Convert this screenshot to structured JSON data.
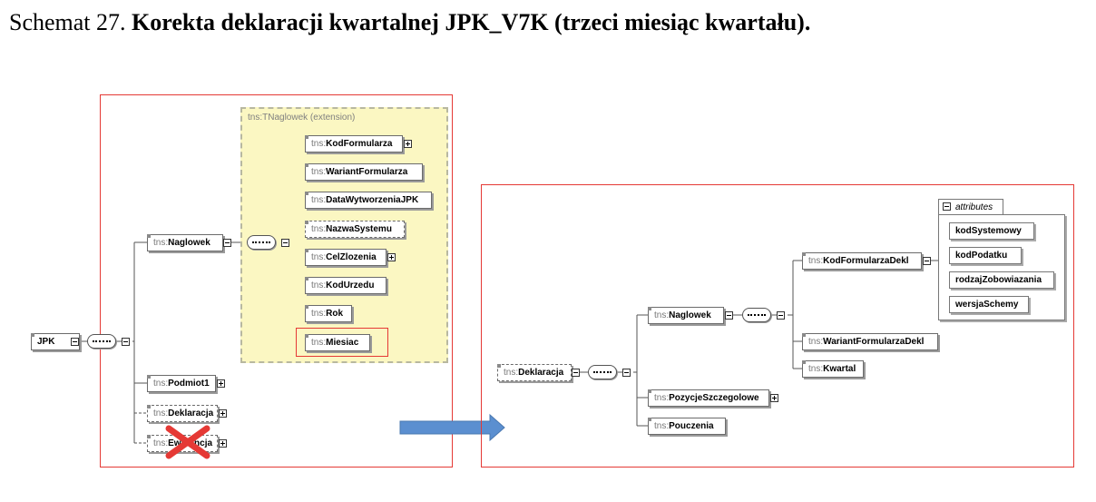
{
  "title": {
    "prefix": "Schemat 27.",
    "bold": "Korekta deklaracji kwartalnej JPK_V7K (trzeci miesiąc kwartału)."
  },
  "ns": "tns:",
  "left": {
    "root": "JPK",
    "extension_label": "tns:TNaglowek",
    "extension_suffix": "(extension)",
    "naglowek": "Naglowek",
    "header_children": [
      "KodFormularza",
      "WariantFormularza",
      "DataWytworzeniaJPK",
      "NazwaSystemu",
      "CelZlozenia",
      "KodUrzedu",
      "Rok",
      "Miesiac"
    ],
    "podmiot": "Podmiot1",
    "deklaracja": "Deklaracja",
    "ewidencja": "Ewidencja"
  },
  "right": {
    "root": "Deklaracja",
    "naglowek": "Naglowek",
    "header_children": [
      "KodFormularzaDekl",
      "WariantFormularzaDekl",
      "Kwartal"
    ],
    "attributes_label": "attributes",
    "attributes": [
      "kodSystemowy",
      "kodPodatku",
      "rodzajZobowiazania",
      "wersjaSchemy"
    ],
    "pozycje": "PozycjeSzczegolowe",
    "pouczenia": "Pouczenia"
  },
  "colors": {
    "highlight": "#e53935",
    "arrow": "#5b8fd0",
    "extension_bg": "#fbf7c2",
    "cross": "#e53935"
  },
  "icons": [
    "sequence-icon",
    "expand-icon",
    "collapse-icon",
    "arrow-right-icon",
    "cross-icon"
  ]
}
